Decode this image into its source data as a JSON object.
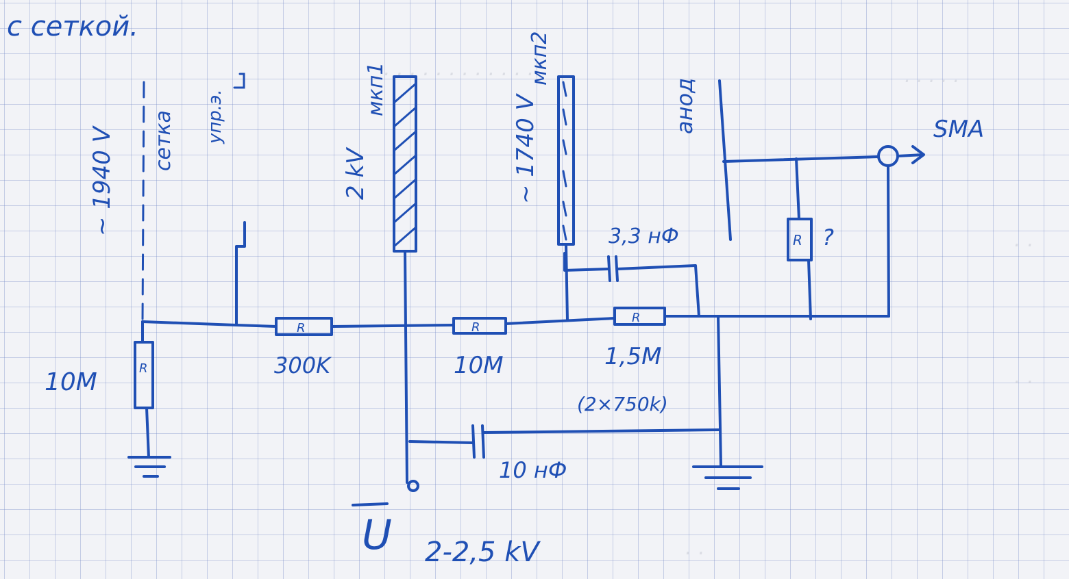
{
  "sheet": {
    "header_note": "с сеткой.",
    "ink_color": "#1f4fb4",
    "paper_color": "#f2f3f7"
  },
  "electrodes": {
    "grid_label": "сетка",
    "grid_voltage": "~ 1940 V",
    "ctrl_label": "упр.э.",
    "mcp1_label": "мкп1",
    "mcp1_voltage": "2 kV",
    "mcp2_label": "мкп2",
    "mcp2_voltage": "~ 1740 V",
    "anode_label": "анод"
  },
  "components": {
    "r_ground": {
      "symbol": "R",
      "value": "10M"
    },
    "r_divider1": {
      "symbol": "R",
      "value": "300K"
    },
    "r_divider2": {
      "symbol": "R",
      "value": "10M"
    },
    "r_divider3": {
      "symbol": "R",
      "value": "1,5M",
      "note": "(2×750k)"
    },
    "r_load": {
      "symbol": "R",
      "value": "?"
    },
    "c_mcp2": {
      "value": "3,3 нФ"
    },
    "c_input": {
      "value": "10 нФ"
    }
  },
  "supply": {
    "symbol": "U",
    "value": "2-2,5 kV"
  },
  "output": {
    "label": "SMA"
  }
}
